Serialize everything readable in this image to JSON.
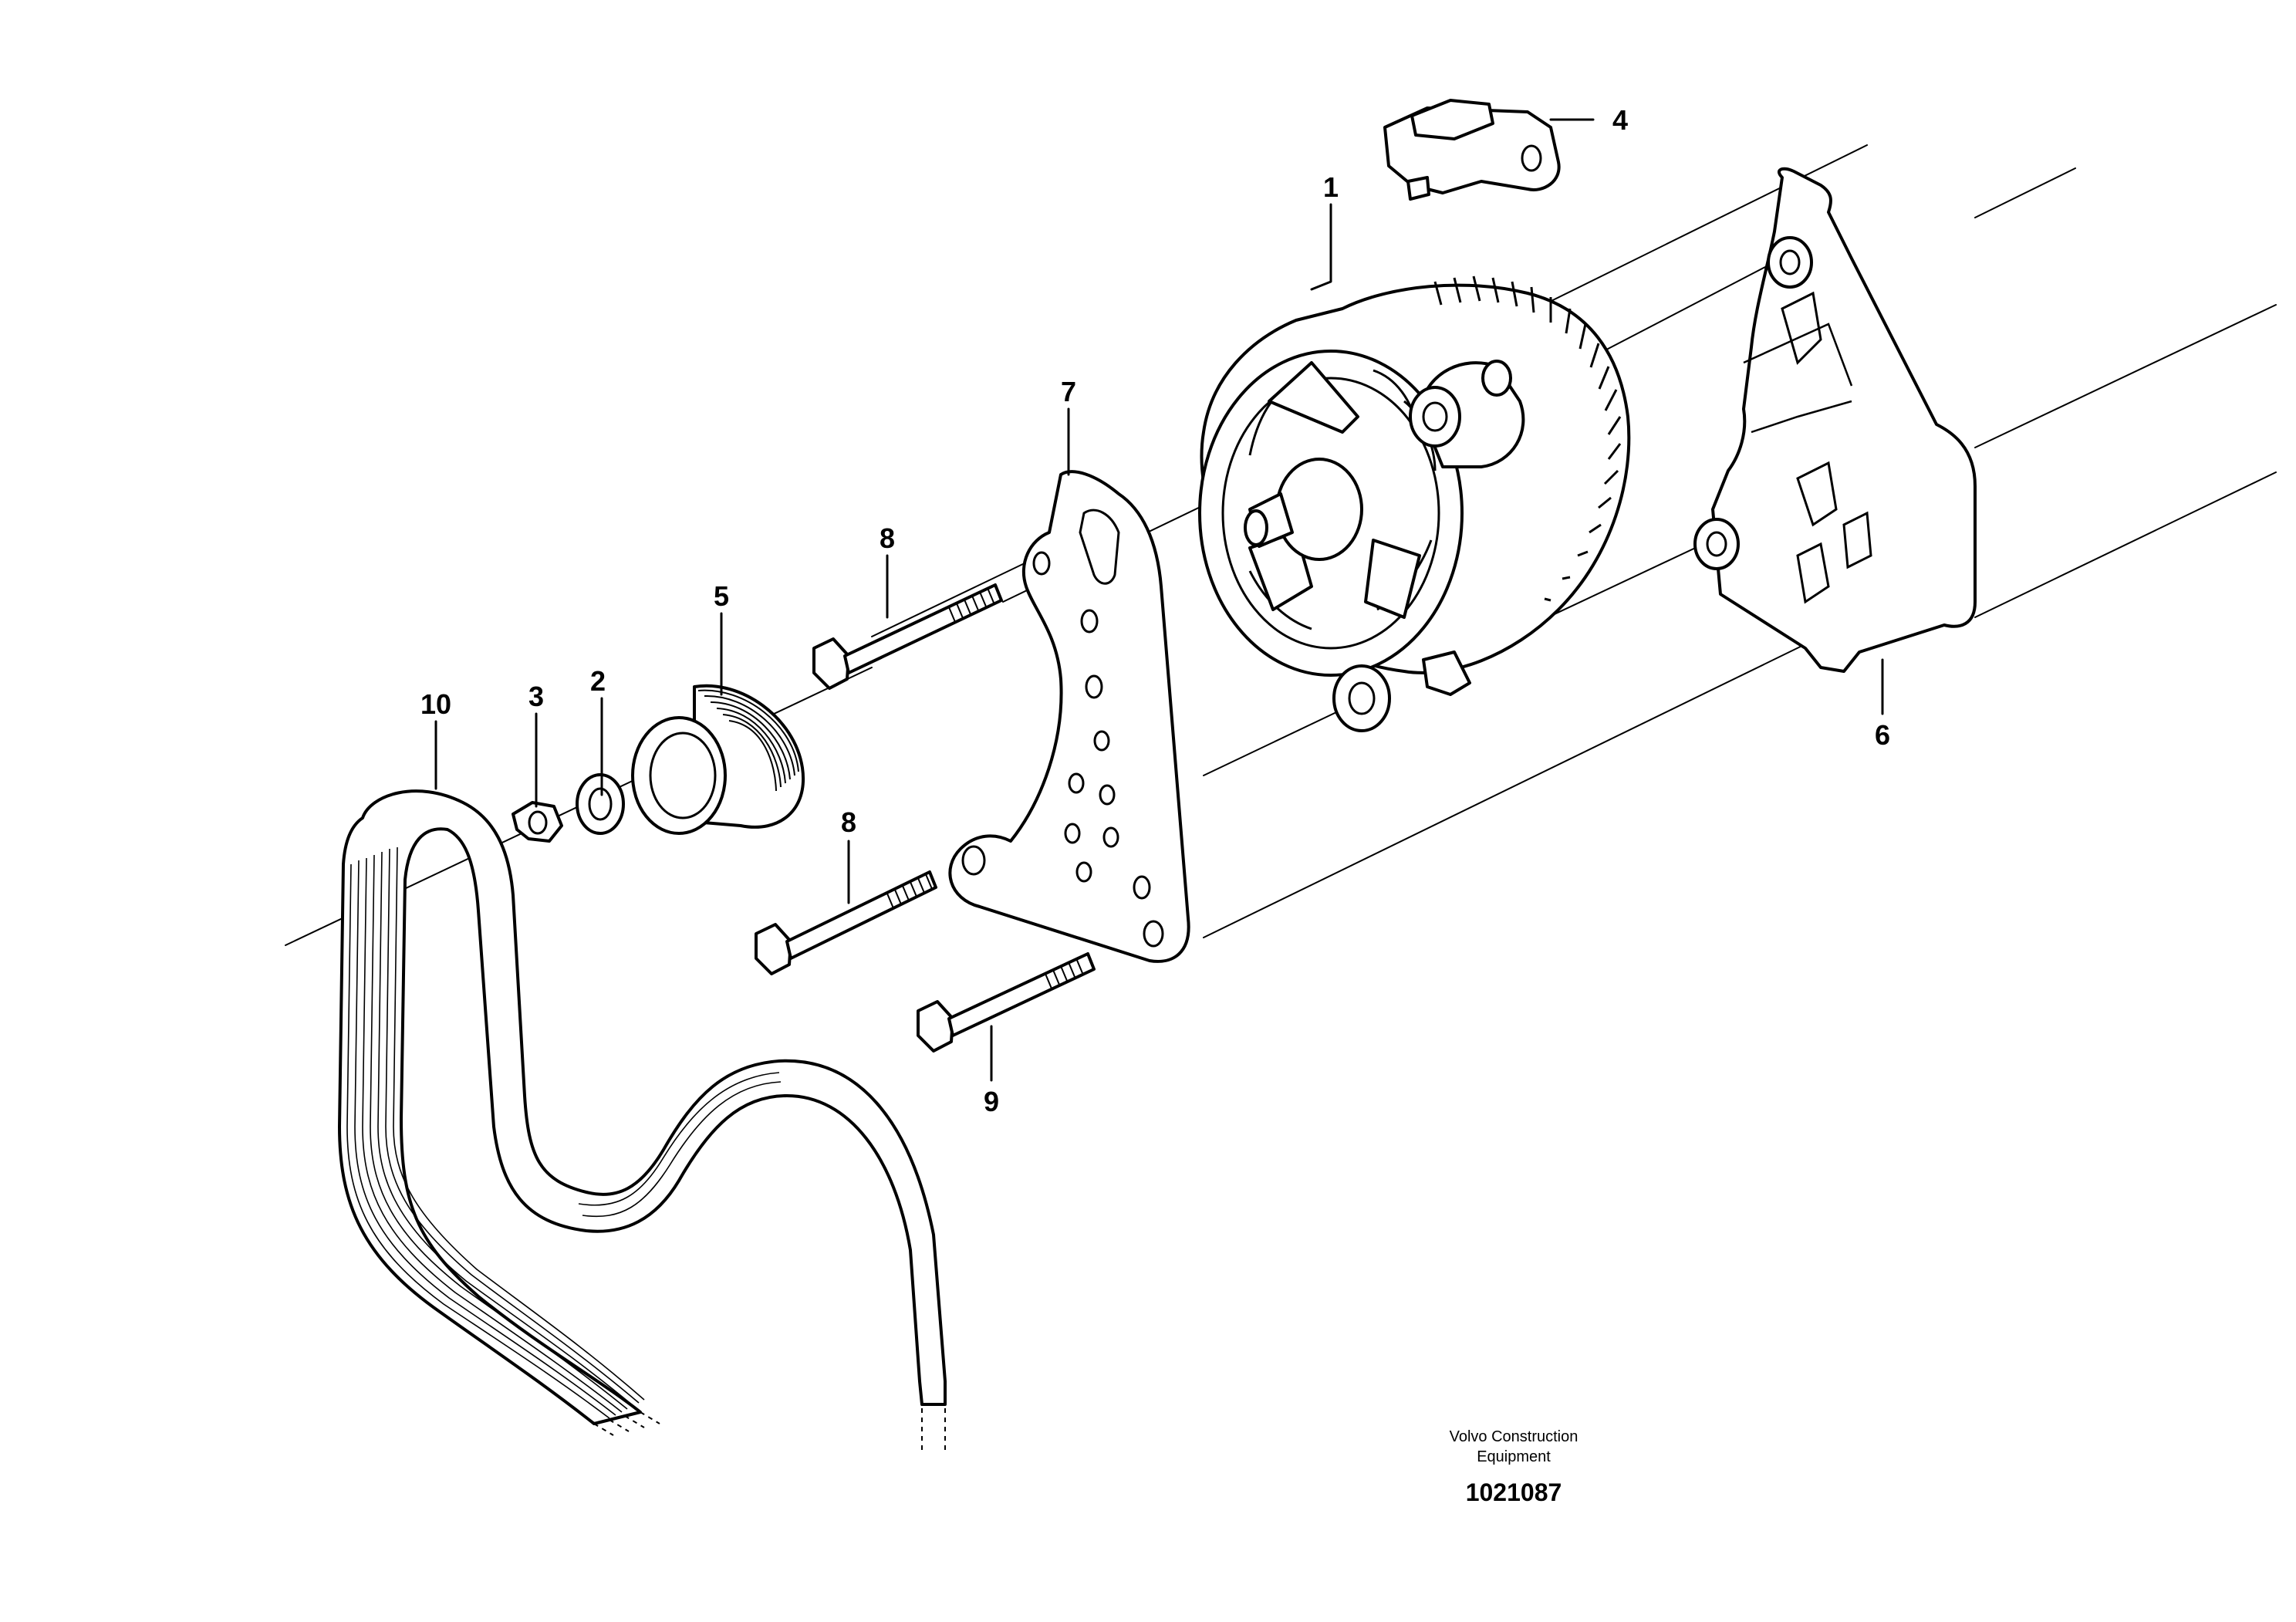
{
  "diagram": {
    "callouts": {
      "p1": "1",
      "p2": "2",
      "p3": "3",
      "p4": "4",
      "p5": "5",
      "p6": "6",
      "p7": "7",
      "p8a": "8",
      "p8b": "8",
      "p9": "9",
      "p10": "10"
    },
    "credit": {
      "line1": "Volvo Construction",
      "line2": "Equipment"
    },
    "reference_number": "1021087"
  }
}
